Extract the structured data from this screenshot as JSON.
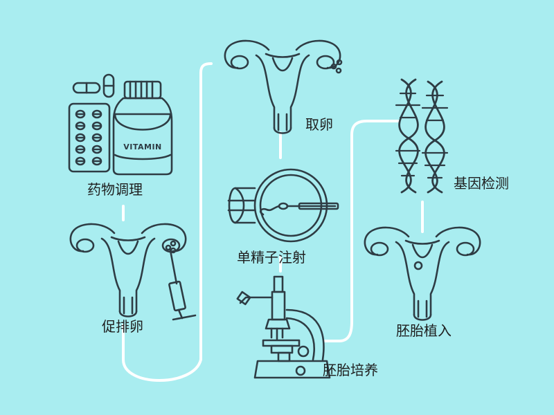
{
  "diagram": {
    "background": "#a9edf0",
    "stroke": "#2e3c44",
    "connector": "#ffffff",
    "bottle_label": "VITAMIN",
    "steps": [
      {
        "label": "药物调理",
        "icon": "medicine-icon"
      },
      {
        "label": "促排卵",
        "icon": "uterus-syringe-icon"
      },
      {
        "label": "取卵",
        "icon": "uterus-ovary-icon"
      },
      {
        "label": "单精子注射",
        "icon": "egg-injection-icon"
      },
      {
        "label": "胚胎培养",
        "icon": "microscope-icon"
      },
      {
        "label": "基因检测",
        "icon": "dna-icon"
      },
      {
        "label": "胚胎植入",
        "icon": "uterus-embryo-icon"
      }
    ]
  }
}
